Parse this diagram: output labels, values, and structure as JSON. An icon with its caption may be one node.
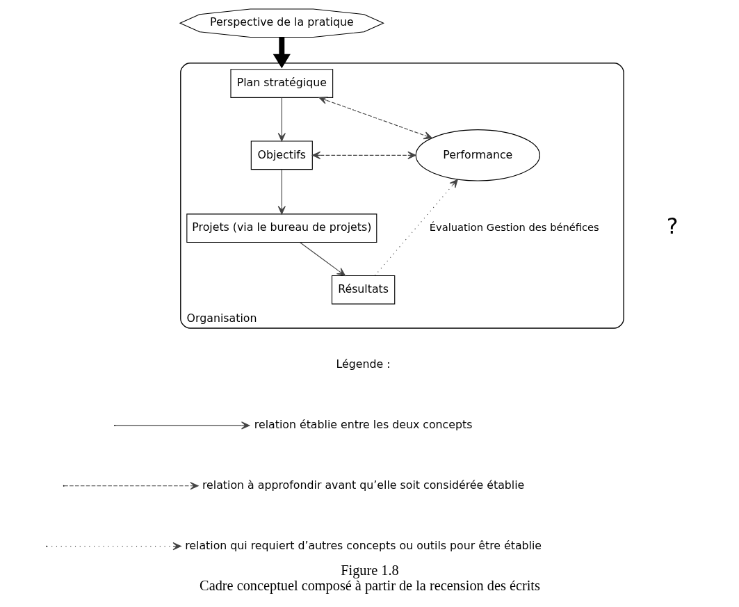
{
  "diagram": {
    "title": "Figure 1.8",
    "caption": "Cadre conceptuel composé à partir de la recension des écrits",
    "nodes": [
      {
        "text": [
          "Organisation"
        ]
      },
      {
        "text": [
          "Perspective de la pratique"
        ]
      },
      {
        "text": [
          "Plan stratégique"
        ],
        "in": 0
      },
      {
        "text": [
          "Objectifs"
        ],
        "in": 0
      },
      {
        "text": [
          "Projets (via le bureau de projets)"
        ],
        "in": 0
      },
      {
        "text": [
          "Résultats"
        ],
        "in": 0
      },
      {
        "text": [
          "Performance"
        ],
        "in": 0
      }
    ],
    "edges": [
      {
        "from": 1,
        "to": 0,
        "arrow": "to",
        "style": "thick"
      },
      {
        "from": 2,
        "to": 3,
        "arrow": "to"
      },
      {
        "from": 3,
        "to": 4,
        "arrow": "to"
      },
      {
        "from": 4,
        "to": 5,
        "arrow": "to"
      },
      {
        "from": 2,
        "to": 6,
        "arrow": "both",
        "style": "dashed"
      },
      {
        "from": 3,
        "to": 6,
        "arrow": "both",
        "style": "dashed"
      },
      {
        "from": 5,
        "to": 6,
        "arrow": "to",
        "style": "dashed",
        "label": "Évaluation Gestion des bénéfices"
      }
    ],
    "labels": [
      "?",
      "Légende :"
    ],
    "legend": [
      {
        "text": "relation établie entre les deux concepts"
      },
      {
        "text": "relation à approfondir avant qu’elle soit considérée établie"
      },
      {
        "text": "relation qui requiert d’autres concepts ou outils pour être établie"
      }
    ]
  }
}
